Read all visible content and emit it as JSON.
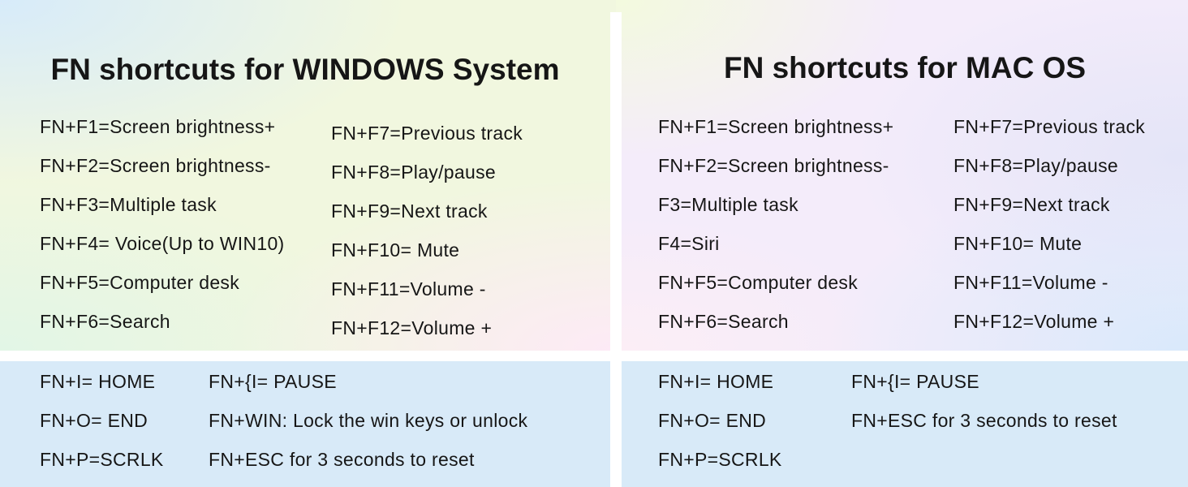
{
  "panels": [
    {
      "title": "FN shortcuts for WINDOWS System",
      "fn_col1": [
        "FN+F1=Screen brightness+",
        "FN+F2=Screen brightness-",
        "FN+F3=Multiple task",
        "FN+F4= Voice(Up to WIN10)",
        "FN+F5=Computer desk",
        "FN+F6=Search"
      ],
      "fn_col2": [
        "FN+F7=Previous track",
        "FN+F8=Play/pause",
        "FN+F9=Next track",
        "FN+F10= Mute",
        "FN+F11=Volume -",
        "FN+F12=Volume +"
      ],
      "extra_col1": [
        "FN+I= HOME",
        "FN+O= END",
        "FN+P=SCRLK"
      ],
      "extra_col2": [
        "FN+{I= PAUSE",
        "FN+WIN: Lock the win keys or unlock",
        "FN+ESC for 3 seconds to reset"
      ]
    },
    {
      "title": "FN shortcuts for MAC OS",
      "fn_col1": [
        "FN+F1=Screen brightness+",
        "FN+F2=Screen brightness-",
        "F3=Multiple task",
        "F4=Siri",
        "FN+F5=Computer desk",
        "FN+F6=Search"
      ],
      "fn_col2": [
        "FN+F7=Previous track",
        "FN+F8=Play/pause",
        "FN+F9=Next track",
        "FN+F10= Mute",
        "FN+F11=Volume -",
        "FN+F12=Volume +"
      ],
      "extra_col1": [
        "FN+I= HOME",
        "FN+O= END",
        "FN+P=SCRLK"
      ],
      "extra_col2": [
        "FN+{I= PAUSE",
        "FN+ESC for 3 seconds to reset"
      ]
    }
  ],
  "colors": {
    "divider": "#ffffff",
    "bottom_section_bg": "#d8eaf8",
    "text": "#161616",
    "left_gradient_corners": [
      "#d7ebfa",
      "#f4f8df",
      "#e2f6e6",
      "#fdeaf6"
    ],
    "right_gradient_corners": [
      "#f3fade",
      "#f4ecfc",
      "#fceef6",
      "#d9e9fb"
    ]
  }
}
